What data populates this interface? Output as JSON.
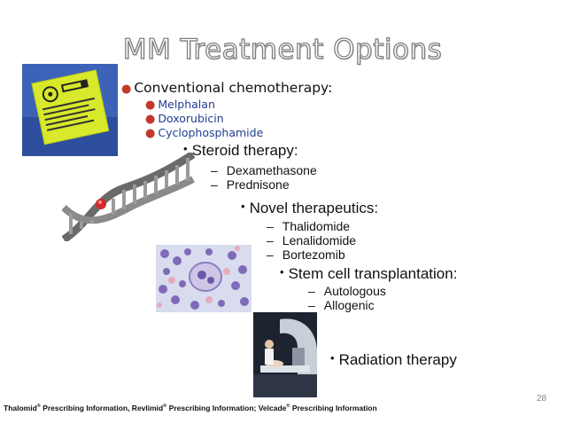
{
  "title": "MM Treatment Options",
  "sections": {
    "conventional": {
      "label": "Conventional chemotherapy:",
      "items": [
        "Melphalan",
        "Doxorubicin",
        "Cyclophosphamide"
      ]
    },
    "steroid": {
      "label": "Steroid therapy:",
      "items": [
        "Dexamethasone",
        "Prednisone"
      ]
    },
    "novel": {
      "label": "Novel therapeutics:",
      "items": [
        "Thalidomide",
        "Lenalidomide",
        "Bortezomib"
      ]
    },
    "stemcell": {
      "label": "Stem cell transplantation:",
      "items": [
        "Autologous",
        "Allogenic"
      ]
    },
    "radiation": {
      "label": "Radiation therapy"
    }
  },
  "footer": {
    "p1": "Thalomid",
    "p2": " Prescribing Information, Revlimid",
    "p3": " Prescribing Information; Velcade",
    "p4": " Prescribing Information",
    "reg": "®"
  },
  "page_number": "28",
  "colors": {
    "bullet_red": "#c0392b",
    "drug_blue": "#1f3f8f"
  },
  "images": {
    "cytotoxic_bag": "caution-biohazard-icon",
    "dna_helix": "dna-helix-icon",
    "cell_micrograph": "cell-micrograph-icon",
    "radiation_machine": "radiation-machine-icon"
  }
}
